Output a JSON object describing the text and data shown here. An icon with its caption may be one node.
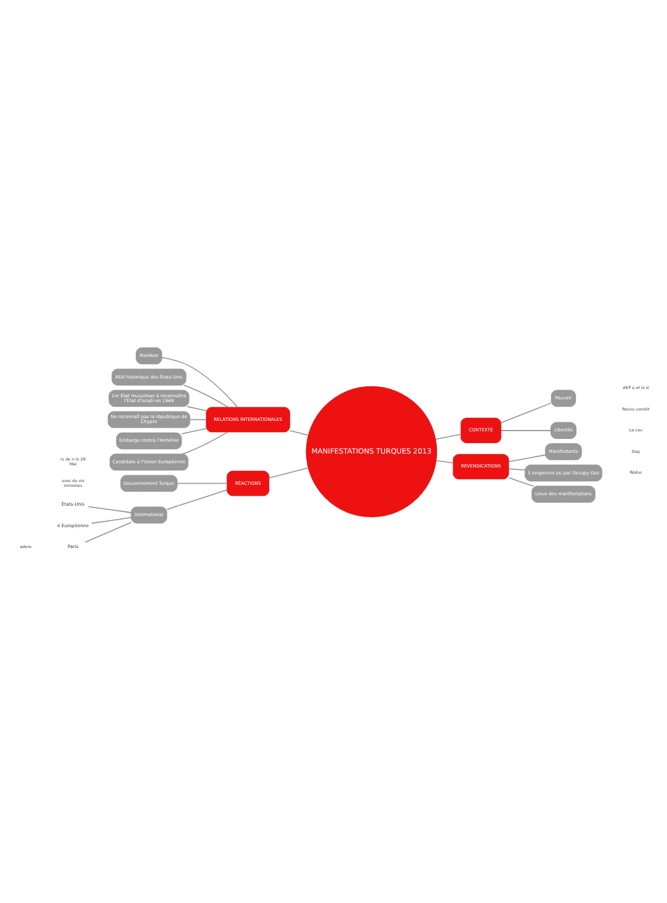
{
  "diagram": {
    "nodes": [
      {
        "text": [
          "MANIFESTATIONS TURQUES 2013"
        ]
      },
      {
        "text": [
          "CONTEXTE"
        ]
      },
      {
        "text": [
          "Pouvoir"
        ]
      },
      {
        "text": [
          "Libertés"
        ]
      },
      {
        "text": [
          "RELATIONS INTERNATIONALES"
        ]
      },
      {
        "text": [
          "Membre"
        ]
      },
      {
        "text": [
          "Allié historique des États-Unis"
        ]
      },
      {
        "text": [
          "1er État musulman à reconnaître l'État d'Israël en 1949"
        ]
      },
      {
        "text": [
          "Ne reconnaît pas la république de Chypre"
        ]
      },
      {
        "text": [
          "Embargo contra l'Arménie"
        ]
      },
      {
        "text": [
          "Candidate à l'Union Européenne"
        ]
      },
      {
        "text": [
          "RÉACTIONS"
        ]
      },
      {
        "text": [
          "Gouvernement Turque"
        ]
      },
      {
        "text": [
          "International"
        ]
      },
      {
        "text": [
          "États-Unis"
        ]
      },
      {
        "text": [
          "n Européenne"
        ]
      },
      {
        "text": [
          "Paris"
        ]
      },
      {
        "text": [
          "REVENDICATIONS"
        ]
      },
      {
        "text": [
          "Manifestants"
        ]
      },
      {
        "text": [
          "5 exigences pu par Occupy Gez"
        ]
      },
      {
        "text": [
          "Lieux des manifestations"
        ]
      }
    ],
    "edges": [
      {
        "from": 0,
        "to": 1,
        "arrow": "none"
      },
      {
        "from": 1,
        "to": 2,
        "arrow": "none"
      },
      {
        "from": 1,
        "to": 3,
        "arrow": "none"
      },
      {
        "from": 0,
        "to": 4,
        "arrow": "none"
      },
      {
        "from": 4,
        "to": 5,
        "arrow": "none"
      },
      {
        "from": 4,
        "to": 6,
        "arrow": "none"
      },
      {
        "from": 4,
        "to": 7,
        "arrow": "none"
      },
      {
        "from": 4,
        "to": 8,
        "arrow": "none"
      },
      {
        "from": 4,
        "to": 9,
        "arrow": "none"
      },
      {
        "from": 4,
        "to": 10,
        "arrow": "none"
      },
      {
        "from": 0,
        "to": 11,
        "arrow": "none"
      },
      {
        "from": 11,
        "to": 12,
        "arrow": "none"
      },
      {
        "from": 11,
        "to": 13,
        "arrow": "none"
      },
      {
        "from": 13,
        "to": 14,
        "arrow": "none"
      },
      {
        "from": 13,
        "to": 15,
        "arrow": "none"
      },
      {
        "from": 13,
        "to": 16,
        "arrow": "none"
      },
      {
        "from": 0,
        "to": 17,
        "arrow": "none"
      },
      {
        "from": 17,
        "to": 18,
        "arrow": "none"
      },
      {
        "from": 17,
        "to": 19,
        "arrow": "none"
      },
      {
        "from": 17,
        "to": 20,
        "arrow": "none"
      }
    ],
    "labels": [
      "AKP o et le d",
      "Recou constit",
      "La cou",
      "Dep",
      "Réduc",
      "rs de n le 29 Mai",
      "uses du vis ministres",
      "adero"
    ]
  }
}
